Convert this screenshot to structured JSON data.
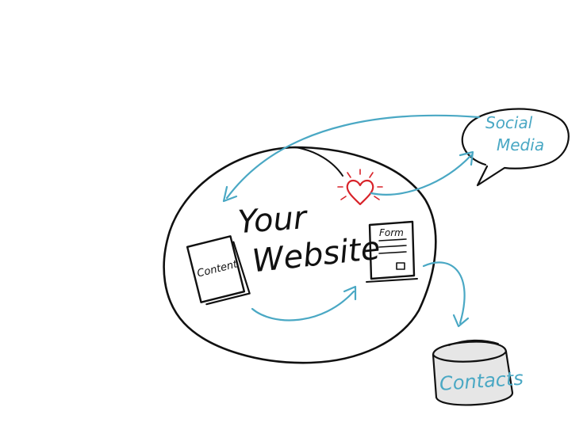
{
  "diagram": {
    "website_label": "Your Website",
    "website_label_line1": "Your",
    "website_label_line2": "Website",
    "content_label": "Content",
    "form_label": "Form",
    "social_label_line1": "Social",
    "social_label_line2": "Media",
    "contacts_label": "Contacts"
  },
  "colors": {
    "ink": "#111111",
    "accent": "#4aa8c4",
    "heart": "#d8232a",
    "contacts_fill": "#e6e6e6"
  }
}
